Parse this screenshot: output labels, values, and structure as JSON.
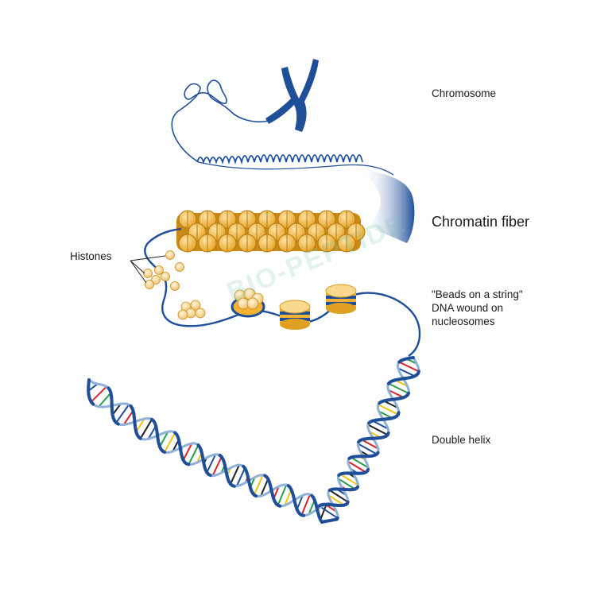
{
  "labels": {
    "chromosome": "Chromosome",
    "chromatin_fiber": "Chromatin fiber",
    "histones": "Histones",
    "beads_line1": "\"Beads on a string\"",
    "beads_line2": "DNA wound on",
    "beads_line3": "nucleosomes",
    "double_helix": "Double helix"
  },
  "watermark": "BIO-PEPTIDE",
  "colors": {
    "dna_blue": "#1f4f99",
    "histone_gold": "#f2b233",
    "histone_light": "#f8d98e",
    "base_red": "#d8232a",
    "base_green": "#2a9d48",
    "base_yellow": "#f4c20d",
    "base_dark": "#222222"
  }
}
